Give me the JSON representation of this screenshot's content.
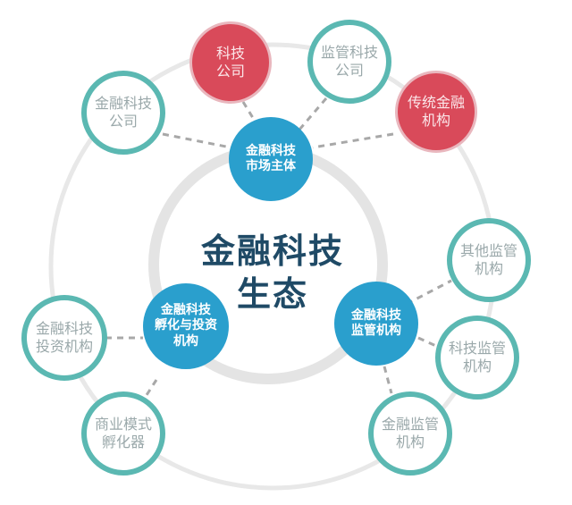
{
  "diagram": {
    "title_lines": [
      "金融科技",
      "生态"
    ],
    "colors": {
      "title": "#1f4a66",
      "hub_fill": "#2a9fcd",
      "outline_stroke": "#5bb8b2",
      "red_fill": "#d94a5a",
      "ring": "#e6e6e6",
      "connector": "#a8a8a8"
    },
    "hubs": [
      {
        "id": "market",
        "lines": [
          "金融科技",
          "市场主体"
        ]
      },
      {
        "id": "incubation",
        "lines": [
          "金融科技",
          "孵化与投资",
          "机构"
        ]
      },
      {
        "id": "regulation",
        "lines": [
          "金融科技",
          "监管机构"
        ]
      }
    ],
    "nodes": [
      {
        "id": "tech-company",
        "hub": "market",
        "style": "red",
        "lines": [
          "科技",
          "公司"
        ]
      },
      {
        "id": "fintech-company",
        "hub": "market",
        "style": "outline",
        "lines": [
          "金融科技",
          "公司"
        ]
      },
      {
        "id": "regtech-company",
        "hub": "market",
        "style": "outline",
        "lines": [
          "监管科技",
          "公司"
        ]
      },
      {
        "id": "traditional-finance",
        "hub": "market",
        "style": "red",
        "lines": [
          "传统金融",
          "机构"
        ]
      },
      {
        "id": "other-regulators",
        "hub": "regulation",
        "style": "outline",
        "lines": [
          "其他监管",
          "机构"
        ]
      },
      {
        "id": "tech-regulators",
        "hub": "regulation",
        "style": "outline",
        "lines": [
          "科技监管",
          "机构"
        ]
      },
      {
        "id": "finance-regulators",
        "hub": "regulation",
        "style": "outline",
        "lines": [
          "金融监管",
          "机构"
        ]
      },
      {
        "id": "fintech-investors",
        "hub": "incubation",
        "style": "outline",
        "lines": [
          "金融科技",
          "投资机构"
        ]
      },
      {
        "id": "business-incubator",
        "hub": "incubation",
        "style": "outline",
        "lines": [
          "商业模式",
          "孵化器"
        ]
      }
    ]
  }
}
